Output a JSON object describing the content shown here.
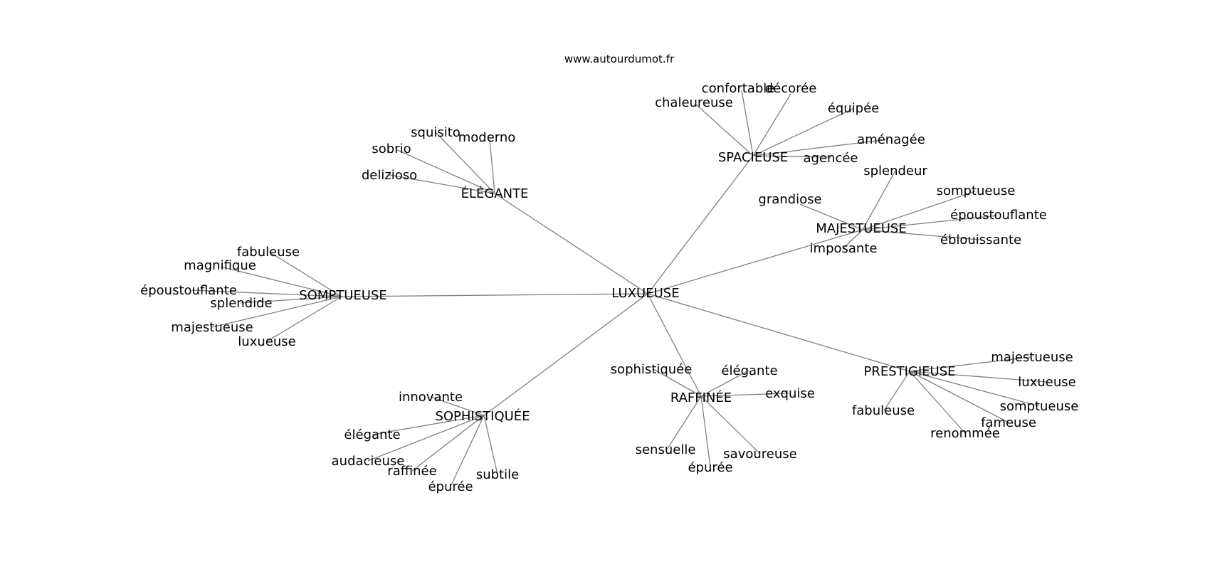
{
  "watermark": "www.autourdumot.fr",
  "center": {
    "id": "luxueuse",
    "label": "LUXUEUSE"
  },
  "clusters": [
    {
      "id": "elegante",
      "label": "ÉLÉGANTE",
      "leaves": [
        "squisito",
        "moderno",
        "sobrio",
        "delizioso"
      ]
    },
    {
      "id": "spacieuse",
      "label": "SPACIEUSE",
      "leaves": [
        "confortable",
        "décorée",
        "chaleureuse",
        "équipée",
        "aménagée",
        "agencée"
      ]
    },
    {
      "id": "majestueuse",
      "label": "MAJESTUEUSE",
      "leaves": [
        "splendeur",
        "grandiose",
        "somptueuse",
        "époustouflante",
        "éblouissante",
        "imposante"
      ]
    },
    {
      "id": "somptueuse",
      "label": "SOMPTUEUSE",
      "leaves": [
        "fabuleuse",
        "magnifique",
        "époustouflante",
        "splendide",
        "majestueuse",
        "luxueuse"
      ]
    },
    {
      "id": "sophistiquee",
      "label": "SOPHISTIQUÉE",
      "leaves": [
        "innovante",
        "élégante",
        "audacieuse",
        "raffinée",
        "épurée",
        "subtile"
      ]
    },
    {
      "id": "raffinee",
      "label": "RAFFINÉE",
      "leaves": [
        "sophistiquée",
        "élégante",
        "exquise",
        "sensuelle",
        "savoureuse",
        "épurée"
      ]
    },
    {
      "id": "prestigieuse",
      "label": "PRESTIGIEUSE",
      "leaves": [
        "majestueuse",
        "luxueuse",
        "fabuleuse",
        "somptueuse",
        "fameuse",
        "renommée"
      ]
    }
  ]
}
